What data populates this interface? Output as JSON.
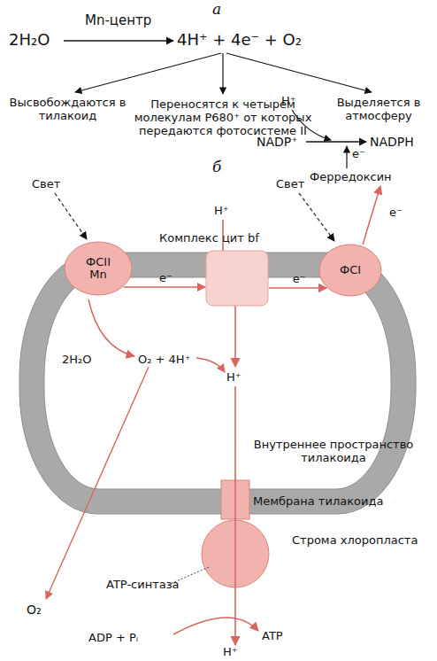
{
  "diagram": {
    "nodes": [
      {
        "text": [
          "ФСII",
          "Mn"
        ]
      },
      {
        "text": [
          "Комплекс цит bf"
        ]
      },
      {
        "text": [
          "ФСI"
        ]
      }
    ],
    "edges": [
      {
        "from": 0,
        "to": 1,
        "label": "e⁻",
        "arrow": "to"
      },
      {
        "from": 1,
        "to": 2,
        "label": "e⁻",
        "arrow": "to"
      }
    ],
    "labels": [
      "а",
      "2H₂O",
      "Mn-центр",
      "4H⁺ + 4e⁻ + O₂",
      "Высвобождаются в тилакоид",
      "Переносятся к четырем молекулам P680⁺ от которых передаются фотосистеме II",
      "Выделяется в атмосферу",
      "б",
      "Свет",
      "H⁺",
      "Свет",
      "NADP⁺",
      "H⁺",
      "NADPH",
      "e⁻",
      "Ферредоксин",
      "e⁻",
      "2H₂O",
      "O₂ + 4H⁺",
      "H⁺",
      "Внутреннее пространство тилакоида",
      "Мембрана тилакоида",
      "O₂",
      "Строма хлоропласта",
      "ATP-синтаза",
      "ADP + Pᵢ",
      "ATP",
      "H⁺"
    ]
  }
}
